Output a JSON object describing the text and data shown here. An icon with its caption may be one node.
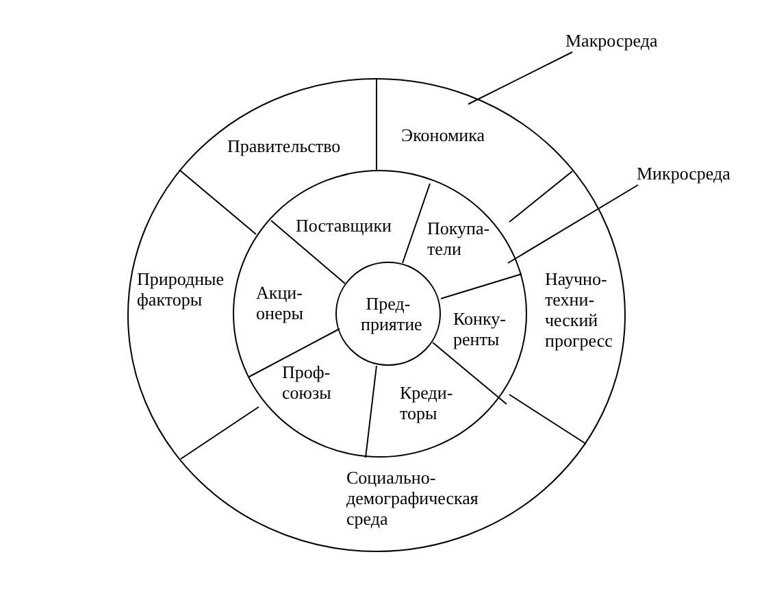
{
  "diagram": {
    "nodes": [
      {
        "text": [],
        "shape": "circle"
      },
      {
        "text": [
          "Правительство"
        ],
        "in": 0
      },
      {
        "text": [
          "Экономика"
        ],
        "in": 0
      },
      {
        "text": [
          "Природные факторы"
        ],
        "in": 0
      },
      {
        "text": [
          "Научно- техни- ческий прогресс"
        ],
        "in": 0
      },
      {
        "text": [
          "Социально- демографическая среда"
        ],
        "in": 0
      },
      {
        "text": [],
        "shape": "circle",
        "in": 0
      },
      {
        "text": [
          "Поставщики"
        ],
        "in": 6
      },
      {
        "text": [
          "Покупа- тели"
        ],
        "in": 6
      },
      {
        "text": [
          "Акци- онеры"
        ],
        "in": 6
      },
      {
        "text": [
          "Конку- ренты"
        ],
        "in": 6
      },
      {
        "text": [
          "Проф- союзы"
        ],
        "in": 6
      },
      {
        "text": [
          "Креди- торы"
        ],
        "in": 6
      },
      {
        "text": [
          "Пред- приятие"
        ],
        "in": 6
      },
      {
        "text": [
          "Макросреда"
        ]
      },
      {
        "text": [
          "Микросреда"
        ]
      }
    ],
    "edges": [
      {
        "from": 14,
        "to": 0,
        "arrow": "none"
      },
      {
        "from": 15,
        "to": 6,
        "arrow": "none"
      }
    ]
  }
}
